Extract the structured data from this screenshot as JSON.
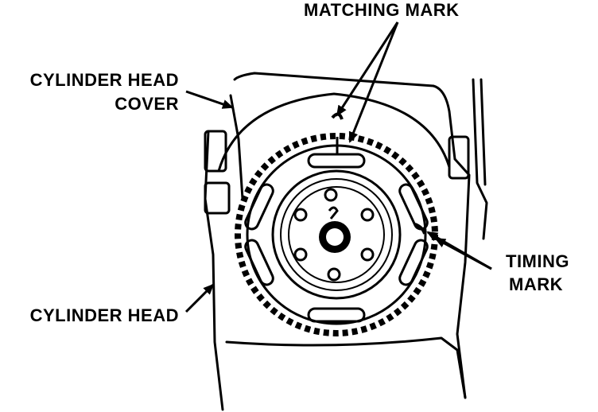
{
  "labels": {
    "matching_mark": "MATCHING MARK",
    "cylinder_head_cover_line1": "CYLINDER HEAD",
    "cylinder_head_cover_line2": "COVER",
    "timing_mark_line1": "TIMING",
    "timing_mark_line2": "MARK",
    "cylinder_head": "CYLINDER HEAD"
  },
  "colors": {
    "ink": "#000000",
    "paper": "#ffffff"
  }
}
